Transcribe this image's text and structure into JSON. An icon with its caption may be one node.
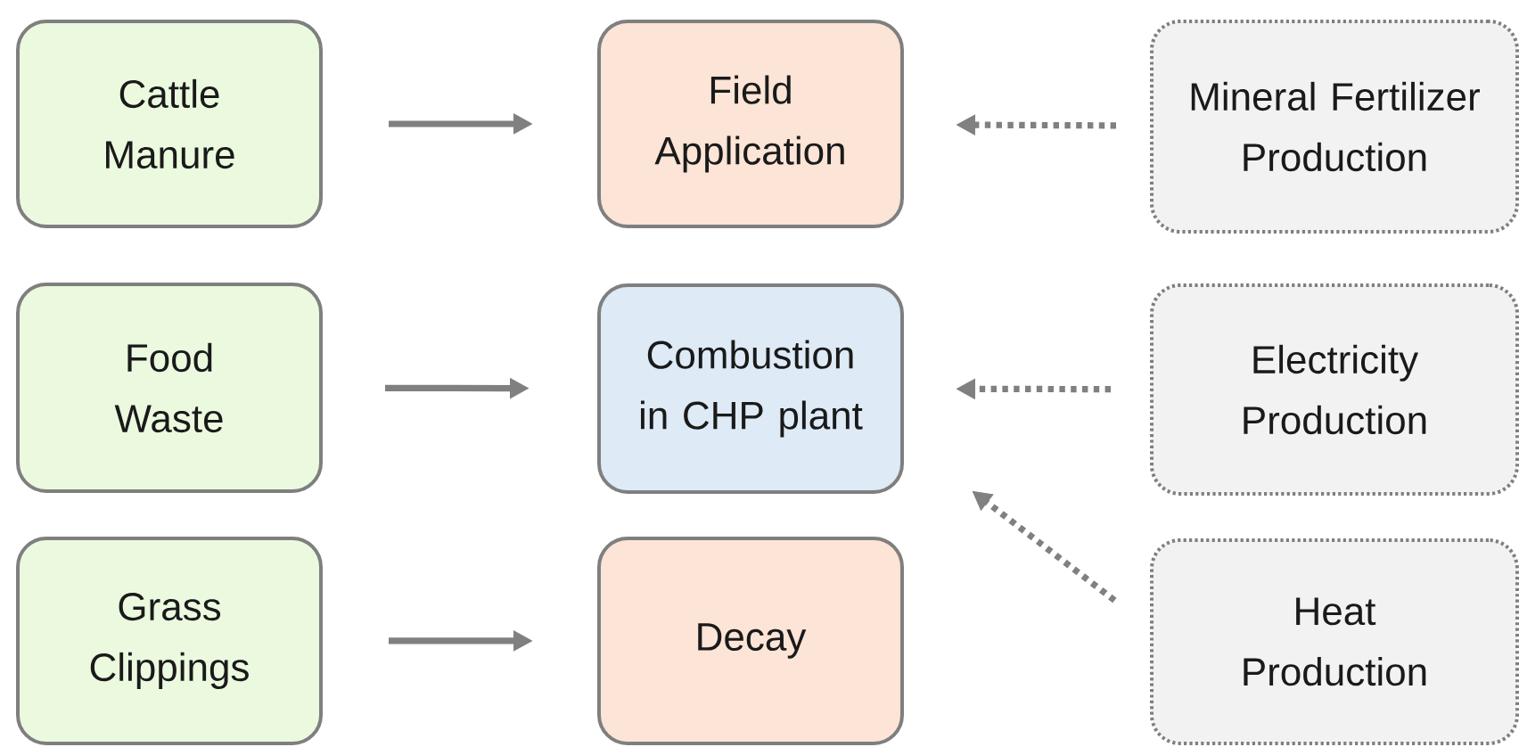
{
  "diagram": {
    "nodes": [
      {
        "text": [
          "Cattle Manure"
        ]
      },
      {
        "text": [
          "Field Application"
        ]
      },
      {
        "text": [
          "Mineral Fertilizer Production"
        ]
      },
      {
        "text": [
          "Food Waste"
        ]
      },
      {
        "text": [
          "Combustion in CHP plant"
        ]
      },
      {
        "text": [
          "Electricity Production"
        ]
      },
      {
        "text": [
          "Grass Clippings"
        ]
      },
      {
        "text": [
          "Decay"
        ]
      },
      {
        "text": [
          "Heat Production"
        ]
      }
    ],
    "edges": [
      {
        "from": 0,
        "to": 1,
        "arrow": "to"
      },
      {
        "from": 2,
        "to": 1,
        "arrow": "to",
        "style": "dashed"
      },
      {
        "from": 3,
        "to": 4,
        "arrow": "to"
      },
      {
        "from": 5,
        "to": 4,
        "arrow": "to",
        "style": "dashed"
      },
      {
        "from": 6,
        "to": 7,
        "arrow": "to"
      },
      {
        "from": 8,
        "to": 4,
        "arrow": "to",
        "style": "dashed"
      }
    ]
  }
}
